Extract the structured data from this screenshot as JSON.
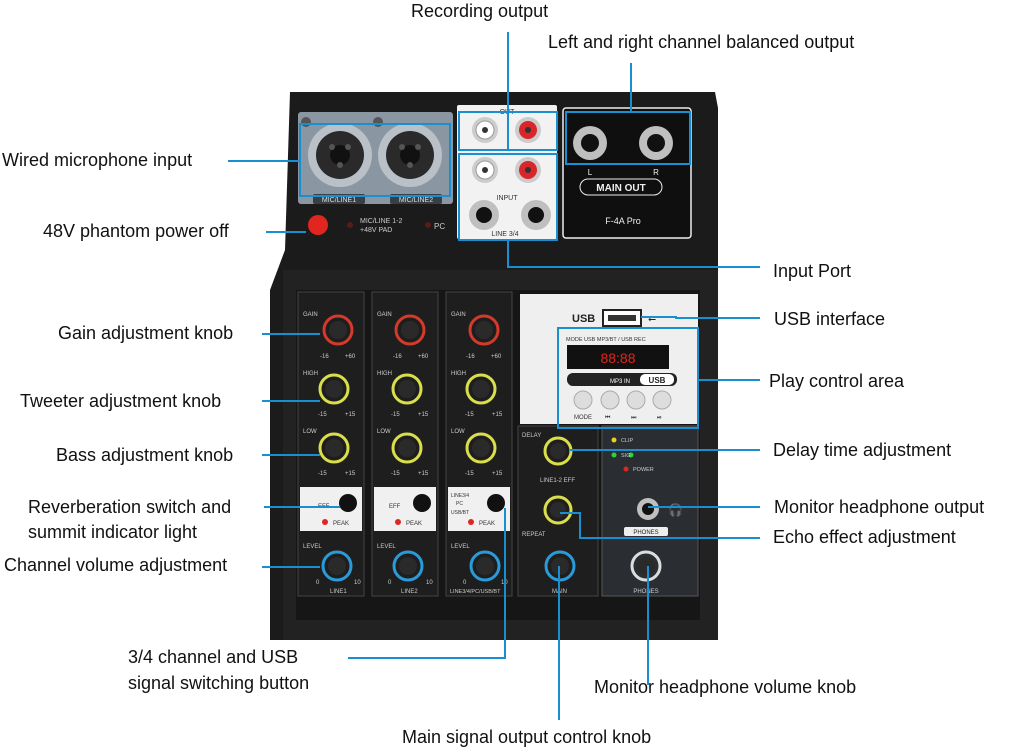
{
  "callouts": {
    "recording_output": "Recording output",
    "balanced_output": "Left and right channel balanced output",
    "mic_input": "Wired microphone input",
    "phantom_power": "48V phantom power off",
    "input_port": "Input Port",
    "gain_knob": "Gain adjustment knob",
    "usb_interface": "USB interface",
    "tweeter_knob": "Tweeter adjustment knob",
    "play_control": "Play control area",
    "bass_knob": "Bass adjustment knob",
    "delay_time": "Delay time adjustment",
    "reverb_switch_line1": "Reverberation switch and",
    "reverb_switch_line2": "summit indicator light",
    "monitor_output": "Monitor headphone output",
    "echo_effect": "Echo effect adjustment",
    "channel_volume": "Channel volume adjustment",
    "switch_button_line1": "3/4 channel and USB",
    "switch_button_line2": "signal switching button",
    "monitor_volume": "Monitor headphone volume knob",
    "main_output_knob": "Main signal output control knob"
  },
  "device": {
    "out_label": "OUT",
    "input_label": "INPUT",
    "line34_label": "LINE 3/4",
    "mic_line1": "MIC/LINE1",
    "mic_line2": "MIC/LINE2",
    "pad_line1": "MIC/LINE 1-2",
    "pad_line2": "+48V PAD",
    "pc_label": "PC",
    "main_out": "MAIN OUT",
    "model": "F-4A Pro",
    "l": "L",
    "r": "R",
    "gain": "GAIN",
    "high": "HIGH",
    "low": "LOW",
    "level": "LEVEL",
    "min_gain": "-16",
    "max_gain": "+60",
    "min_eq": "-15",
    "max_eq": "+15",
    "min_level": "0",
    "max_level": "10",
    "eff": "EFF",
    "peak": "PEAK",
    "line34_pc": "LINE3/4",
    "pc_small": "PC",
    "usb_bt": "USB/BT",
    "ch1": "LINE1",
    "ch2": "LINE2",
    "ch3": "LINE3/4/PC/USB/BT",
    "usb": "USB",
    "mode_bar": "MODE USB MP3/BT / USB REC",
    "display": "88:88",
    "mp3_in": "MP3 IN",
    "usb_badge": "USB",
    "mode": "MODE",
    "prev": "⏮",
    "next": "⏭",
    "play": "⏯",
    "delay": "DELAY",
    "repeat": "REPEAT",
    "line12_eff": "LINE1-2 EFF",
    "main": "MAIN",
    "clip": "CLIP",
    "sig": "SIG",
    "power": "POWER",
    "phones": "PHONES"
  },
  "colors": {
    "callout_line": "#1a8fd0",
    "body": "#1b1b1b",
    "panel": "#e8e8e8",
    "gain_ring": "#d23a2a",
    "eq_ring": "#d9de4a",
    "level_ring": "#2a9ad8",
    "led_red": "#e0261e",
    "led_green": "#2fd13a",
    "led_yellow": "#e9d21e"
  }
}
